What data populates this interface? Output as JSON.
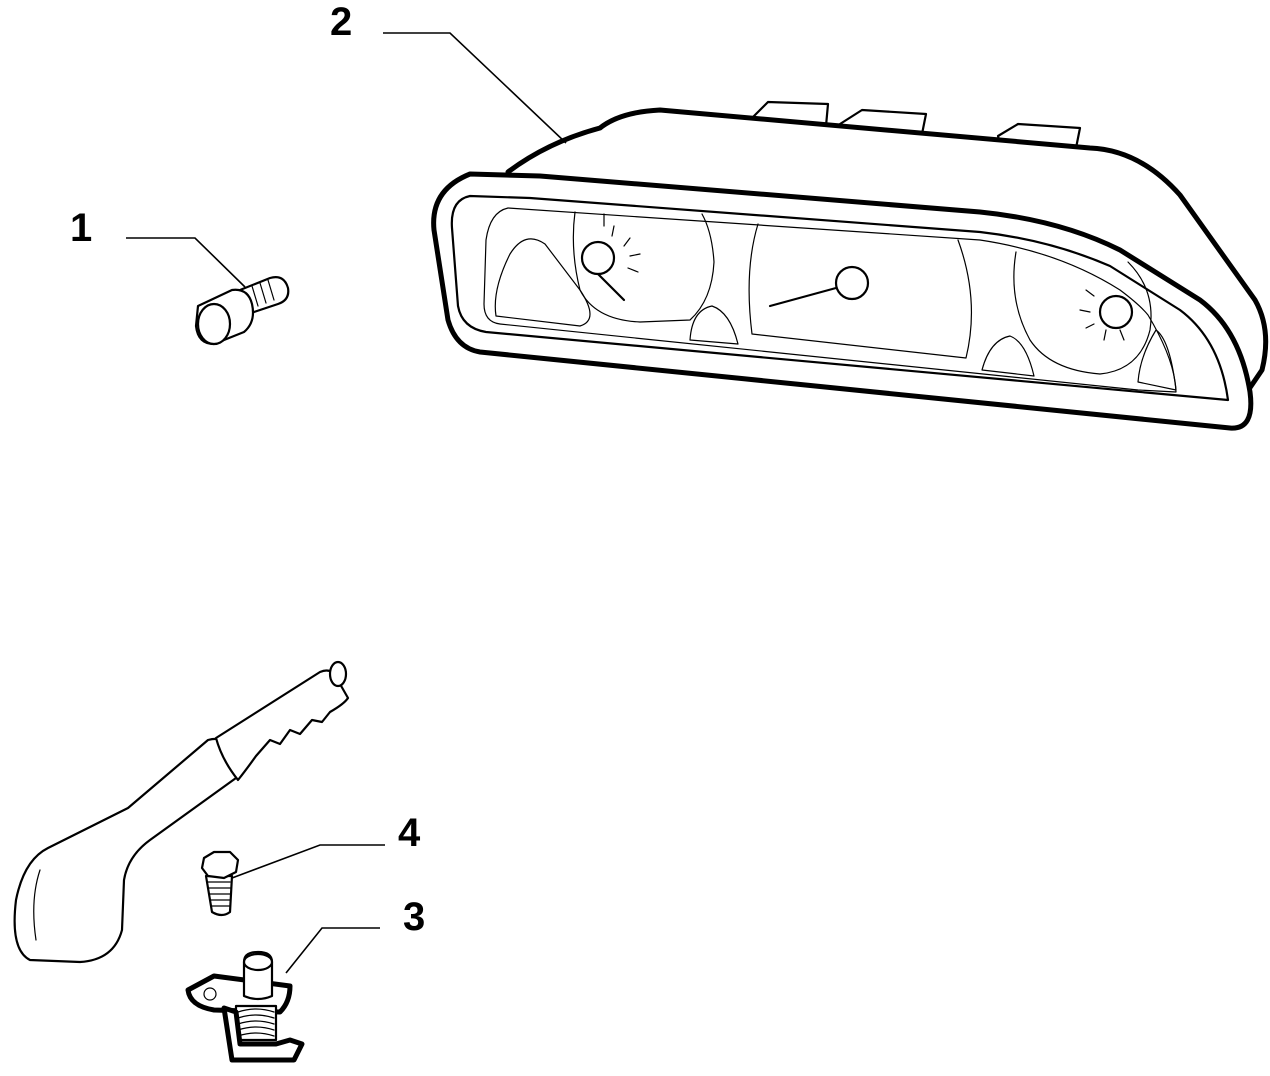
{
  "callouts": [
    {
      "id": "1",
      "label": "1"
    },
    {
      "id": "2",
      "label": "2"
    },
    {
      "id": "3",
      "label": "3"
    },
    {
      "id": "4",
      "label": "4"
    }
  ],
  "parts": [
    {
      "callout": "1",
      "icon": "hex-head-screw-icon"
    },
    {
      "callout": "2",
      "icon": "instrument-cluster-icon"
    },
    {
      "callout": "3",
      "icon": "spring-bracket-switch-icon"
    },
    {
      "callout": "4",
      "icon": "bolt-icon"
    },
    {
      "callout": "",
      "icon": "handbrake-lever-icon"
    }
  ],
  "colors": {
    "line": "#000000",
    "background": "#ffffff"
  }
}
